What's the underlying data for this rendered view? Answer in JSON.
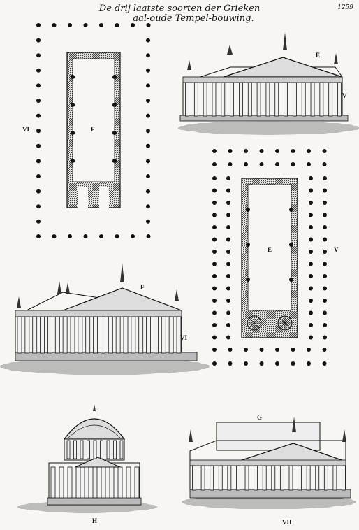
{
  "title": {
    "line1": "De drij laatste soorten der Grieken",
    "line2": "aal-oude Tempel-bouwing."
  },
  "page_number": "1259",
  "labels": {
    "e_upper": "E",
    "v_upper": "V",
    "vi_left": "VI",
    "f_plan": "F",
    "e_plan": "E",
    "v_right": "V",
    "f_temple": "F",
    "vi_temple": "VI",
    "g_top": "G",
    "h_bottom": "H",
    "vii_bottom": "VII"
  }
}
